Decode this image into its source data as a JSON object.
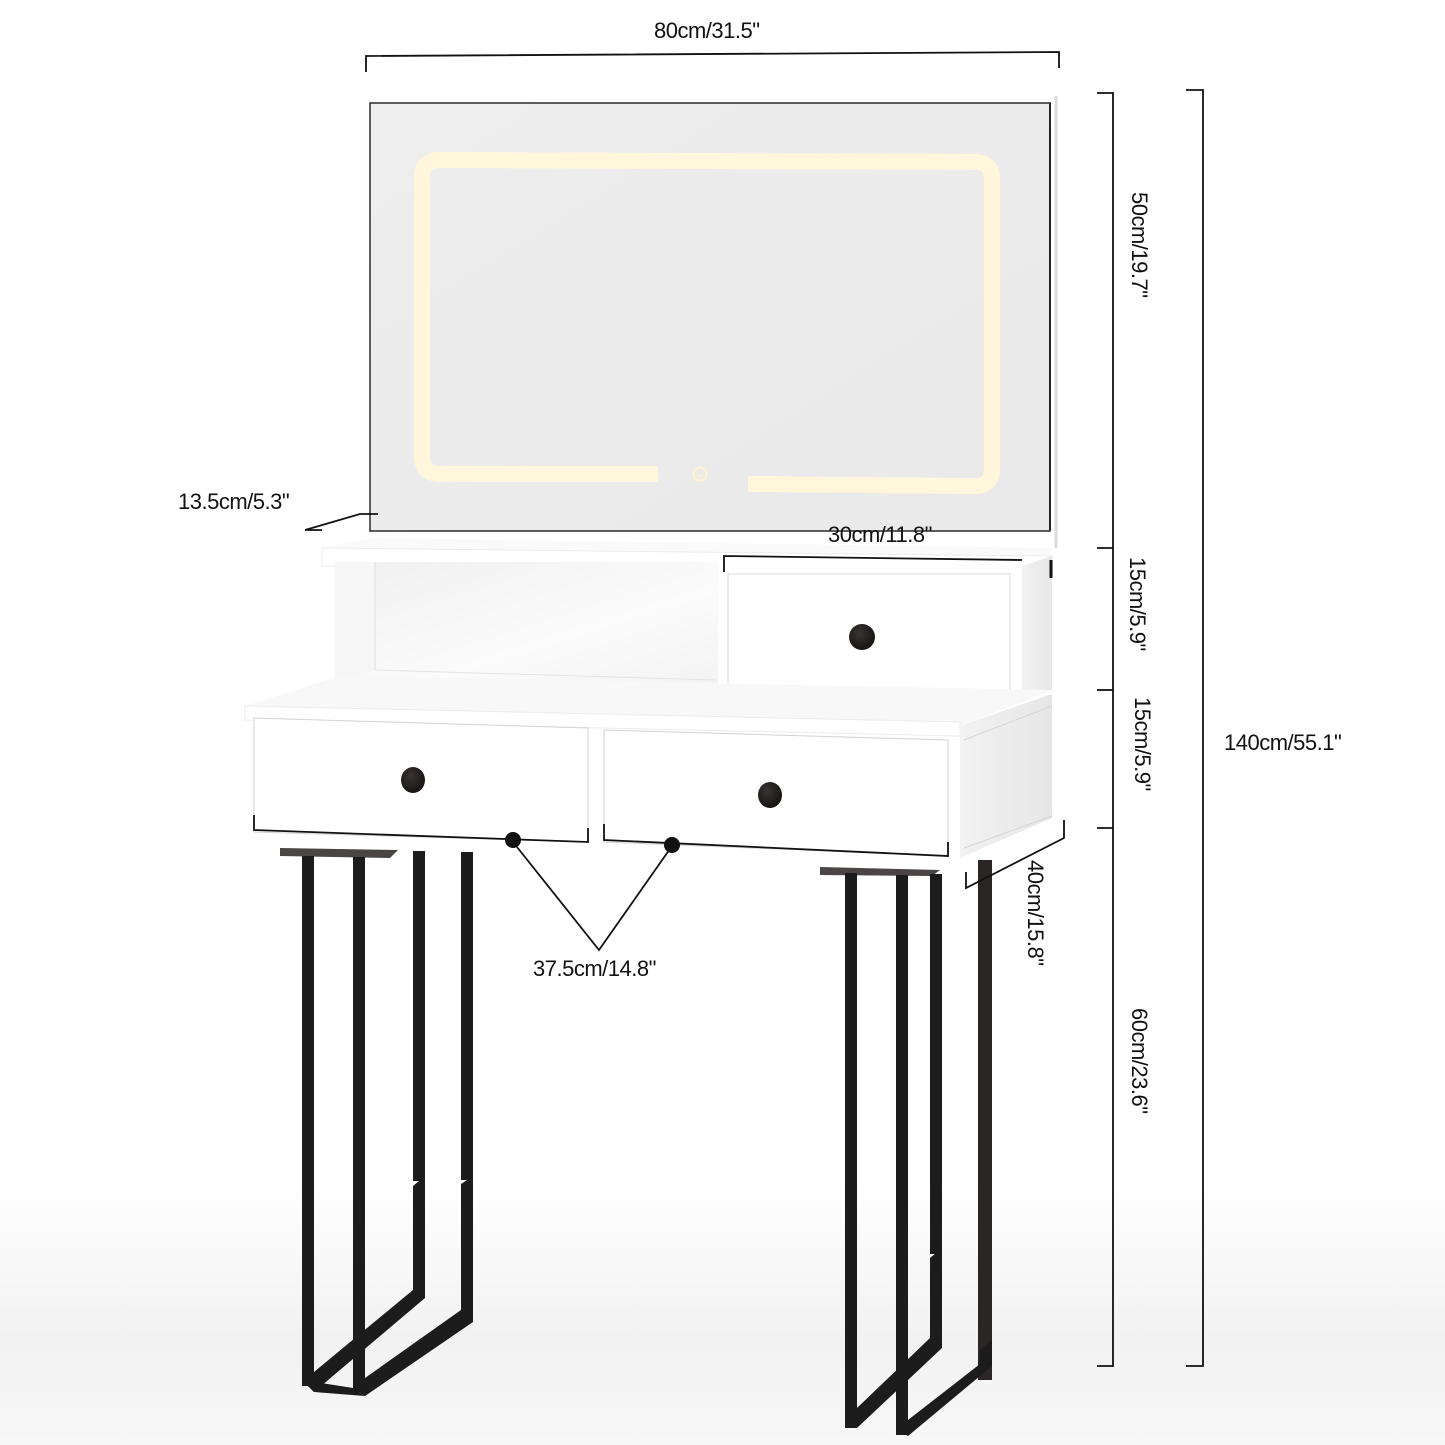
{
  "diagram": {
    "subject": "Vanity dressing table with LED-lit mirror, 3 drawers, open cubby and black metal legs",
    "colors": {
      "background": "#ffffff",
      "furniture_white": "#ffffff",
      "mirror_glass": "#ededed",
      "led_strip": "#fff7e0",
      "handles": "#1e1a1a",
      "legs": "#1b1b1b",
      "dimension_lines": "#111111"
    },
    "components": {
      "mirror": {
        "label": "LED mirror",
        "led_shape": "rounded rectangle with gap at bottom center",
        "touch_button_icon": "power-touch-icon"
      },
      "upper_hutch": {
        "open_cubby": "left open shelf",
        "drawer": "upper right drawer"
      },
      "desk": {
        "drawers": [
          "left drawer",
          "right drawer"
        ]
      },
      "legs": {
        "count": 2,
        "style": "double rectangular frame, black metal"
      }
    }
  },
  "dimensions": {
    "overall_width": "80cm/31.5\"",
    "mirror_height": "50cm/19.7\"",
    "hutch_height": "15cm/5.9\"",
    "drawer_height": "15cm/5.9\"",
    "overall_height": "140cm/55.1\"",
    "shelf_depth": "13.5cm/5.3\"",
    "upper_drawer_width": "30cm/11.8\"",
    "lower_drawer_width": "37.5cm/14.8\"",
    "desk_depth": "40cm/15.8\"",
    "leg_height": "60cm/23.6\""
  }
}
